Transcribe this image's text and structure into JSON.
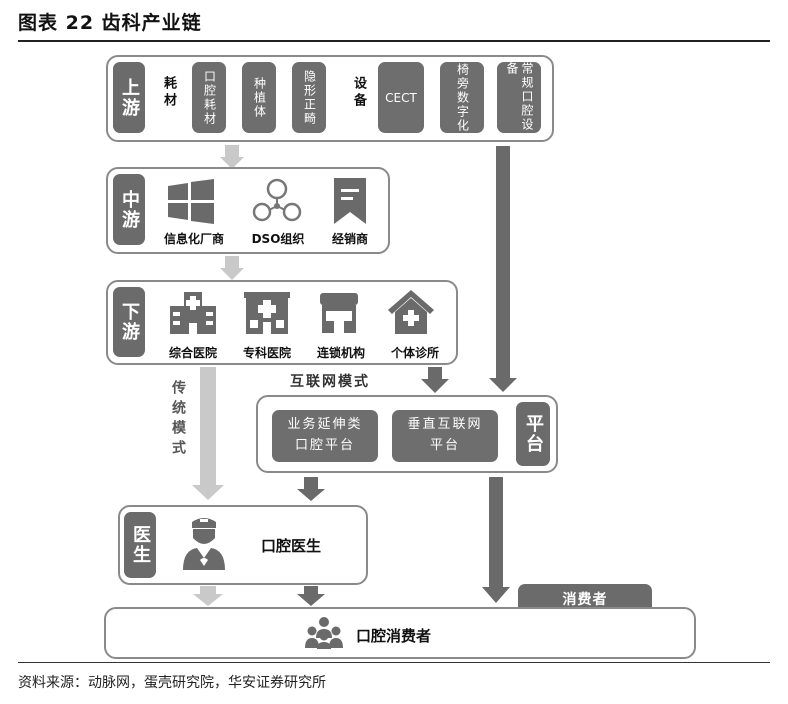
{
  "title": "图表 22 齿科产业链",
  "upstream": {
    "tag": "上游",
    "consumables_label": "耗材",
    "consumables": [
      "口腔耗材",
      "种植体",
      "隐形正畸"
    ],
    "equipment_label": "设备",
    "equipment": [
      "CECT",
      "椅旁数字化",
      "常规口腔设备"
    ]
  },
  "midstream": {
    "tag": "中游",
    "items": [
      {
        "label": "信息化厂商",
        "icon": "windows-icon"
      },
      {
        "label": "DSO组织",
        "icon": "network-icon"
      },
      {
        "label": "经销商",
        "icon": "bookmark-icon"
      }
    ]
  },
  "downstream": {
    "tag": "下游",
    "items": [
      {
        "label": "综合医院",
        "icon": "hospital-icon"
      },
      {
        "label": "专科医院",
        "icon": "clinic-icon"
      },
      {
        "label": "连锁机构",
        "icon": "store-icon"
      },
      {
        "label": "个体诊所",
        "icon": "house-cross-icon"
      }
    ]
  },
  "traditional_mode": "传统模式",
  "internet_mode": "互联网模式",
  "platform": {
    "tag": "平台",
    "items": [
      "业务延伸类口腔平台",
      "垂直互联网平台"
    ]
  },
  "doctor": {
    "tag": "医生",
    "label": "口腔医生",
    "icon": "doctor-icon"
  },
  "consumer_tag": "消费者",
  "consumer": {
    "label": "口腔消费者",
    "icon": "group-icon"
  },
  "source": "资料来源：动脉网，蛋壳研究院，华安证券研究所"
}
